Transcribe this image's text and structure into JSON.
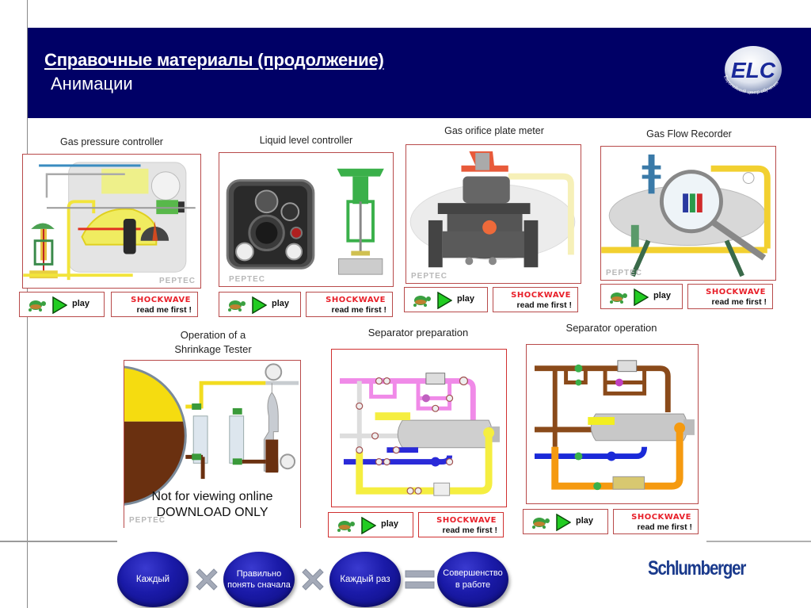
{
  "header": {
    "title": "Справочные материалы (продолжение)",
    "subtitle": "Анимации",
    "logo_text": "ELC",
    "logo_caption": "Европейский центр обучения"
  },
  "colors": {
    "header_bg": "#000066",
    "frame_border": "#b84a4a",
    "shockwave_red": "#e8202a",
    "bubble_blue": "#1a1aa8",
    "brand_blue": "#1a3a8c"
  },
  "buttons": {
    "play_label": "play",
    "shockwave_label": "SHOCKWAVE",
    "shockwave_sub": "read me first !"
  },
  "watermark": "PEPTEC",
  "animations": [
    {
      "title": "Gas pressure controller",
      "has_buttons": true
    },
    {
      "title": "Liquid level controller",
      "has_buttons": true
    },
    {
      "title": "Gas orifice plate meter",
      "has_buttons": true
    },
    {
      "title": "Gas Flow Recorder",
      "has_buttons": true
    },
    {
      "title_line1": "Operation of a",
      "title_line2": "Shrinkage Tester",
      "overlay_line1": "Not for viewing online",
      "overlay_line2": "DOWNLOAD ONLY",
      "has_buttons": false
    },
    {
      "title": "Separator preparation",
      "has_buttons": true
    },
    {
      "title": "Separator operation",
      "has_buttons": true
    }
  ],
  "formula": {
    "terms": [
      "Каждый",
      "Правильно понять сначала",
      "Каждый раз",
      "Совершенство в работе"
    ],
    "operators": [
      "×",
      "×",
      "="
    ]
  },
  "footer": {
    "brand": "Schlumberger"
  }
}
